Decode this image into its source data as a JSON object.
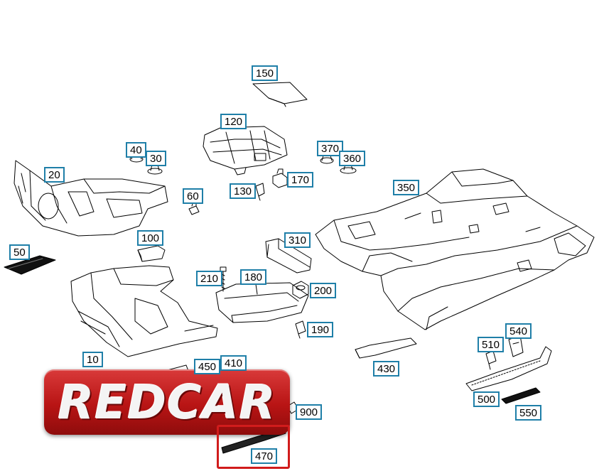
{
  "diagram": {
    "callouts": [
      {
        "id": "c150",
        "label": "150"
      },
      {
        "id": "c120",
        "label": "120"
      },
      {
        "id": "c40",
        "label": "40"
      },
      {
        "id": "c30",
        "label": "30"
      },
      {
        "id": "c370",
        "label": "370"
      },
      {
        "id": "c360",
        "label": "360"
      },
      {
        "id": "c20",
        "label": "20"
      },
      {
        "id": "c170",
        "label": "170"
      },
      {
        "id": "c130",
        "label": "130"
      },
      {
        "id": "c60",
        "label": "60"
      },
      {
        "id": "c350",
        "label": "350"
      },
      {
        "id": "c50",
        "label": "50"
      },
      {
        "id": "c100",
        "label": "100"
      },
      {
        "id": "c310",
        "label": "310"
      },
      {
        "id": "c210",
        "label": "210"
      },
      {
        "id": "c180",
        "label": "180"
      },
      {
        "id": "c200",
        "label": "200"
      },
      {
        "id": "c190",
        "label": "190"
      },
      {
        "id": "c540",
        "label": "540"
      },
      {
        "id": "c510",
        "label": "510"
      },
      {
        "id": "c10",
        "label": "10"
      },
      {
        "id": "c450",
        "label": "450"
      },
      {
        "id": "c410",
        "label": "410"
      },
      {
        "id": "c430",
        "label": "430"
      },
      {
        "id": "c500",
        "label": "500"
      },
      {
        "id": "c550",
        "label": "550"
      },
      {
        "id": "c900",
        "label": "900"
      },
      {
        "id": "c470",
        "label": "470"
      }
    ]
  },
  "watermark": {
    "text": "REDCAR"
  },
  "colors": {
    "callout_border": "#1f7fa8",
    "watermark_red": "#c01818",
    "highlight": "#d11c1c"
  }
}
